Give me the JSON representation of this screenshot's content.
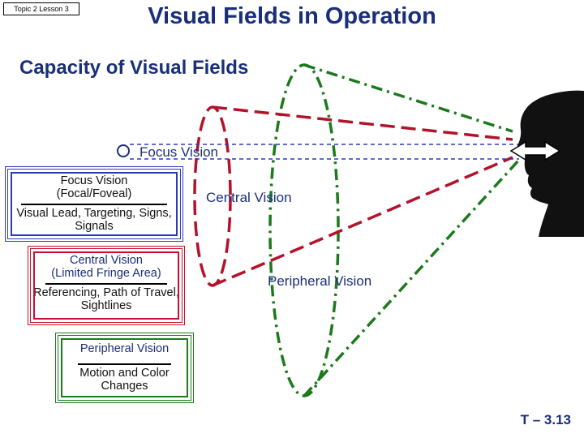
{
  "header": {
    "topic_tag": "Topic 2 Lesson 3",
    "title": "Visual Fields in Operation",
    "subtitle": "Capacity of Visual Fields"
  },
  "diagram": {
    "focus_label": "Focus Vision",
    "central_label": "Central Vision",
    "peripheral_label": "Peripheral Vision",
    "colors": {
      "focus": "#2b3bb5",
      "central": "#c8102e",
      "peripheral": "#1c7a1c",
      "text": "#1a2f7a"
    }
  },
  "boxes": {
    "focus": {
      "heading": "Focus Vision",
      "subheading": "(Focal/Foveal)",
      "description": "Visual Lead, Targeting, Signs, Signals"
    },
    "central": {
      "heading": "Central Vision",
      "subheading": "(Limited Fringe Area)",
      "description": "Referencing, Path of Travel, Sightlines"
    },
    "peripheral": {
      "heading": "Peripheral Vision",
      "description": "Motion and Color Changes"
    }
  },
  "footer": {
    "slide_number": "T – 3.13"
  }
}
